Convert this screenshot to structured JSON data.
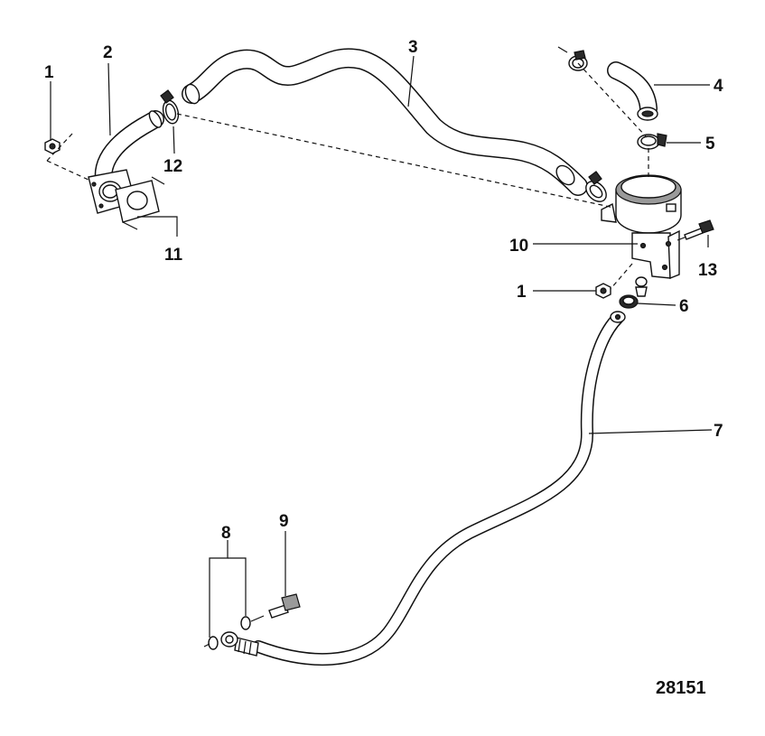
{
  "callouts": {
    "c1a": "1",
    "c2": "2",
    "c3": "3",
    "c4": "4",
    "c5": "5",
    "c1b": "1",
    "c6": "6",
    "c7": "7",
    "c8": "8",
    "c9": "9",
    "c10": "10",
    "c11": "11",
    "c12": "12",
    "c13": "13"
  },
  "figure_number": "28151"
}
